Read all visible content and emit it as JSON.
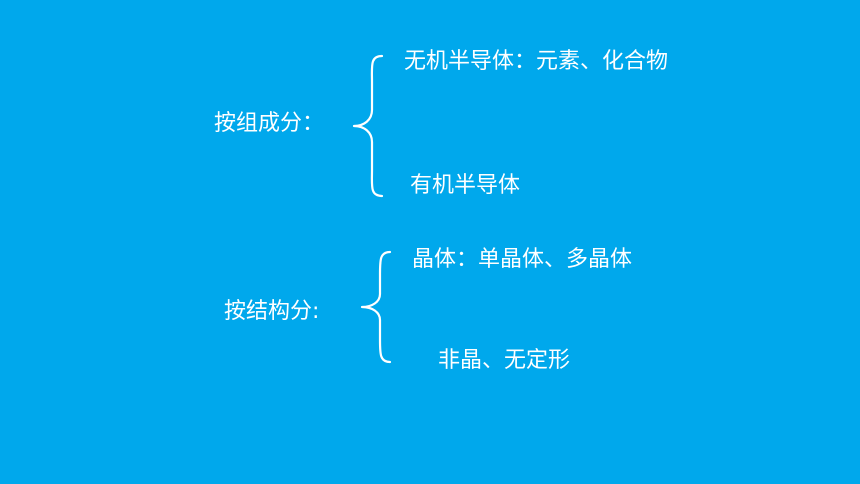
{
  "groups": [
    {
      "category": "按组成分：",
      "items": [
        "无机半导体：元素、化合物",
        "有机半导体"
      ]
    },
    {
      "category": "按结构分:",
      "items": [
        "晶体：单晶体、多晶体",
        "非晶、无定形"
      ]
    }
  ],
  "colors": {
    "background": "#00A8EC",
    "text": "#FFFFFF"
  }
}
